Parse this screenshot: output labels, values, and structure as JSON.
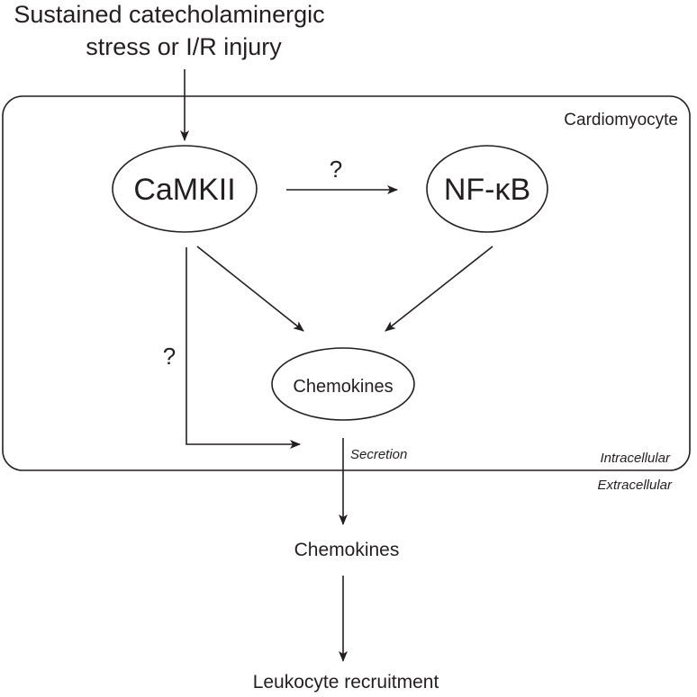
{
  "stimulus": {
    "line1": "Sustained catecholaminergic",
    "line2": "stress or I/R injury"
  },
  "cell": {
    "label": "Cardiomyocyte",
    "intracellular_label": "Intracellular",
    "extracellular_label": "Extracellular"
  },
  "nodes": {
    "camkii": "CaMKII",
    "nfkb": "NF-κB",
    "chemokines_inner": "Chemokines",
    "chemokines_outer": "Chemokines",
    "leukocyte": "Leukocyte recruitment"
  },
  "edges": {
    "camkii_nfkb_question": "?",
    "camkii_secretion_question": "?",
    "secretion": "Secretion"
  },
  "colors": {
    "ink": "#231f20",
    "background": "#ffffff"
  }
}
